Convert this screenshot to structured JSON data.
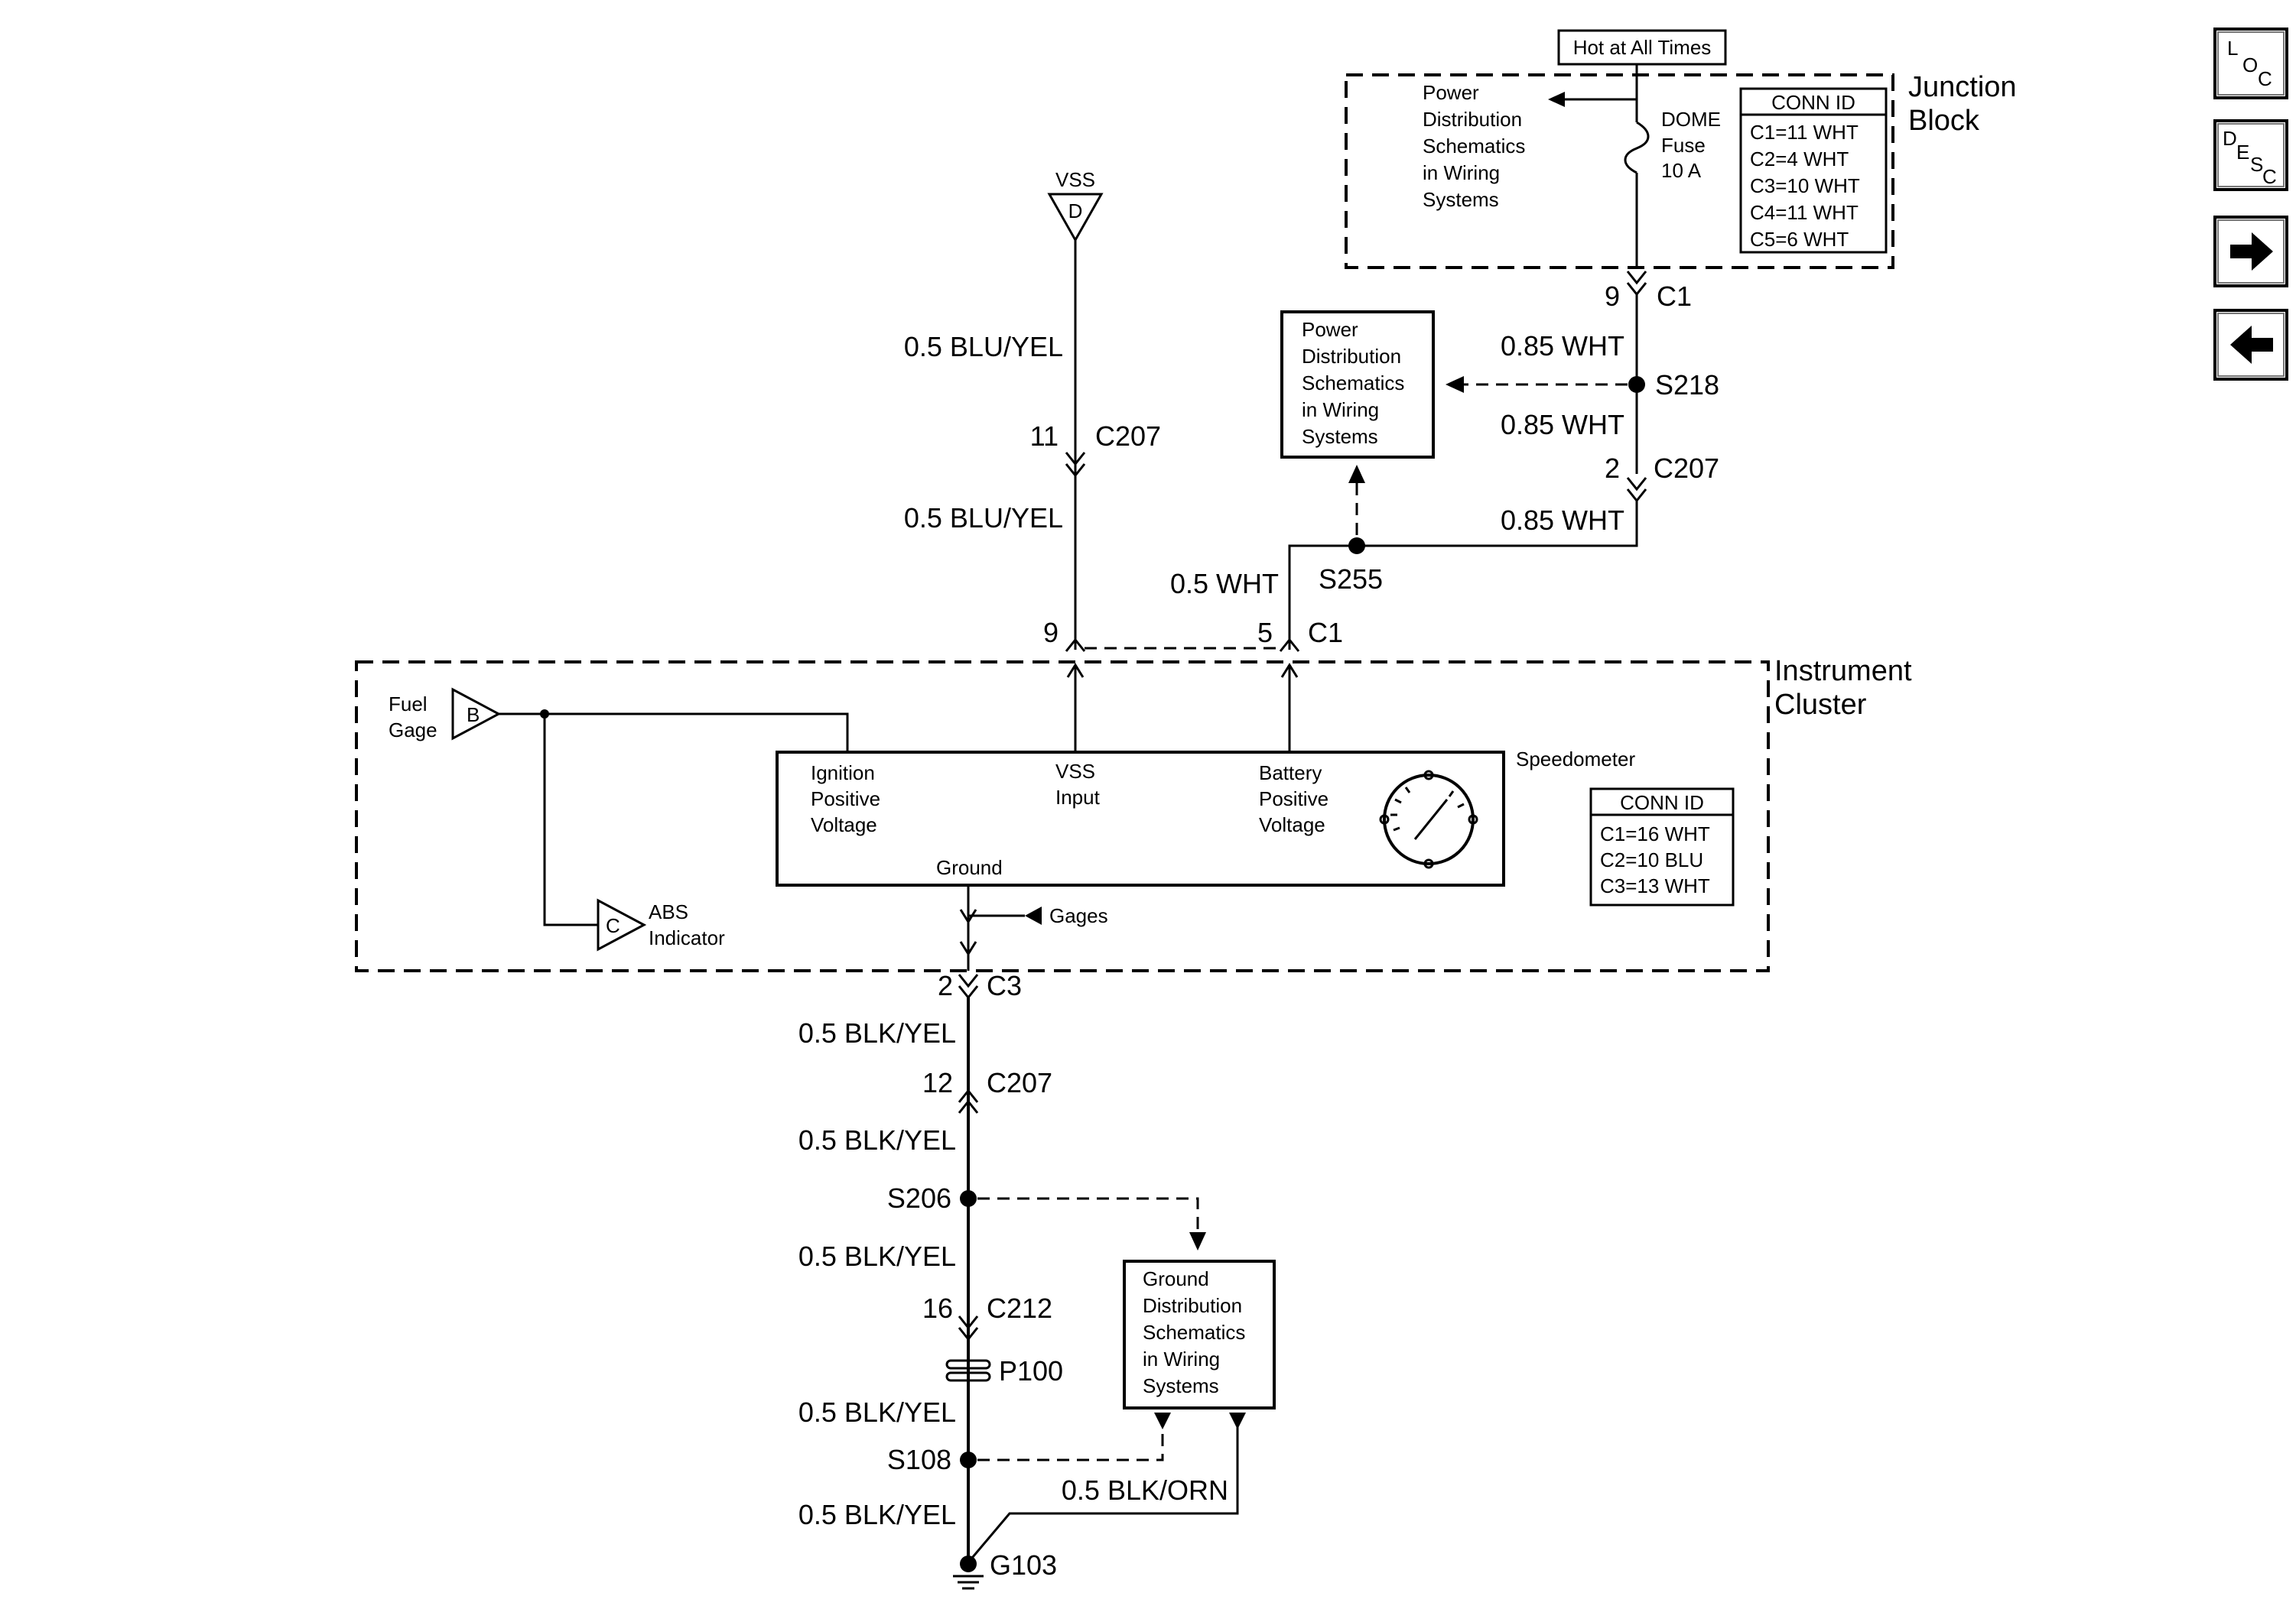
{
  "title_box": "Hot at All Times",
  "junction_block": {
    "label_line1": "Junction",
    "label_line2": "Block",
    "fuse_lines": [
      "DOME",
      "Fuse",
      "10 A"
    ],
    "power_ref_lines": [
      "Power",
      "Distribution",
      "Schematics",
      "in Wiring",
      "Systems"
    ],
    "conn_id": {
      "header": "CONN ID",
      "rows": [
        "C1=11 WHT",
        "C2=4 WHT",
        "C3=10 WHT",
        "C4=11 WHT",
        "C5=6 WHT"
      ]
    }
  },
  "vss_source": {
    "label": "VSS",
    "letter": "D"
  },
  "power_ref_box": {
    "lines": [
      "Power",
      "Distribution",
      "Schematics",
      "in Wiring",
      "Systems"
    ]
  },
  "wires": {
    "blu_yel_upper": "0.5 BLU/YEL",
    "blu_yel_lower": "0.5 BLU/YEL",
    "wht_upper": "0.85 WHT",
    "wht_mid": "0.85 WHT",
    "wht_lower": "0.85 WHT",
    "wht_small": "0.5 WHT",
    "blk_yel_1": "0.5 BLK/YEL",
    "blk_yel_2": "0.5 BLK/YEL",
    "blk_yel_3": "0.5 BLK/YEL",
    "blk_yel_4": "0.5 BLK/YEL",
    "blk_yel_5": "0.5 BLK/YEL",
    "blk_orn": "0.5 BLK/ORN"
  },
  "connectors": {
    "c207_vss": {
      "pin": "11",
      "name": "C207"
    },
    "c1_jb": {
      "pin": "9",
      "name": "C1"
    },
    "c207_wht": {
      "pin": "2",
      "name": "C207"
    },
    "ic_vss_pin": "9",
    "ic_bat_pin": "5",
    "ic_c1": "C1",
    "c3": {
      "pin": "2",
      "name": "C3"
    },
    "c207_gnd": {
      "pin": "12",
      "name": "C207"
    },
    "c212": {
      "pin": "16",
      "name": "C212"
    }
  },
  "splices": {
    "s218": "S218",
    "s255": "S255",
    "s206": "S206",
    "s108": "S108",
    "p100": "P100",
    "g103": "G103"
  },
  "instrument_cluster": {
    "label_line1": "Instrument",
    "label_line2": "Cluster",
    "fuel_gage": [
      "Fuel",
      "Gage"
    ],
    "fuel_letter": "B",
    "abs_indicator": [
      "ABS",
      "Indicator"
    ],
    "abs_letter": "C",
    "speedometer": "Speedometer",
    "ignition": [
      "Ignition",
      "Positive",
      "Voltage"
    ],
    "vss_input": [
      "VSS",
      "Input"
    ],
    "battery": [
      "Battery",
      "Positive",
      "Voltage"
    ],
    "ground": "Ground",
    "gages": "Gages",
    "conn_id": {
      "header": "CONN ID",
      "rows": [
        "C1=16 WHT",
        "C2=10 BLU",
        "C3=13 WHT"
      ]
    }
  },
  "ground_ref_box": {
    "lines": [
      "Ground",
      "Distribution",
      "Schematics",
      "in Wiring",
      "Systems"
    ]
  },
  "nav_buttons": {
    "loc": [
      "L",
      "O",
      "C"
    ],
    "desc": [
      "D",
      "E",
      "S",
      "C"
    ],
    "next": "next-arrow-icon",
    "prev": "prev-arrow-icon"
  }
}
